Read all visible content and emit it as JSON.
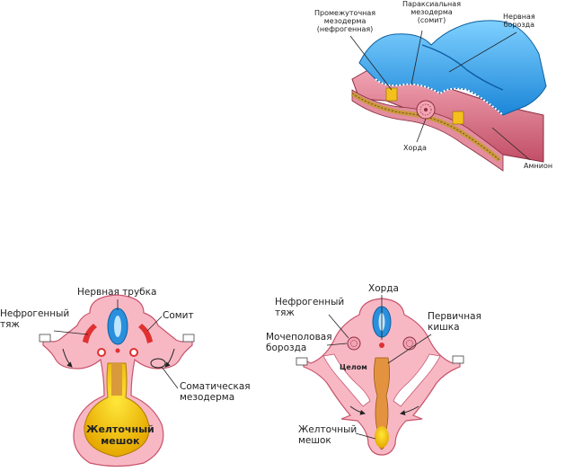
{
  "top_diagram": {
    "labels": {
      "intermediate_mesoderm": "Промежуточная\nмезодерма\n(нефрогенная)",
      "paraxial_mesoderm": "Параксиальная\nмезодерма\n(сомит)",
      "neural_groove": "Нервная\nборозда",
      "notochord": "Хорда",
      "amnion": "Амнион"
    }
  },
  "left_section": {
    "labels": {
      "neural_tube": "Нервная трубка",
      "nephrogenic_cord": "Нефрогенный\nтяж",
      "somite": "Сомит",
      "somatic_mesoderm": "Соматическая\nмезодерма",
      "yolk_sac": "Желточный\nмешок"
    }
  },
  "right_section": {
    "labels": {
      "notochord": "Хорда",
      "nephrogenic_cord": "Нефрогенный\nтяж",
      "primary_gut": "Первичная\nкишка",
      "urogenital_groove": "Мочеполовая\nборозда",
      "coelom": "Целом",
      "yolk_sac": "Желточный\nмешок"
    }
  },
  "colors": {
    "ectoderm_blue": "#2aa3e6",
    "tissue_pink": "#f7b8c4",
    "tissue_pink_dark": "#c8536b",
    "yolk_yellow": "#f5d21a",
    "yolk_orange": "#d89a3a",
    "somite_red": "#e03030"
  }
}
